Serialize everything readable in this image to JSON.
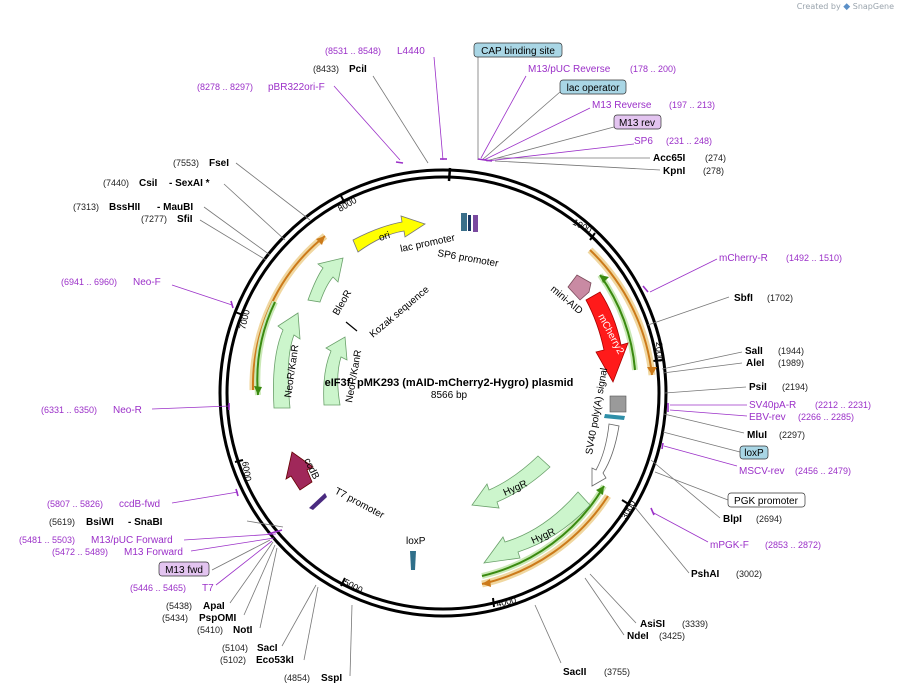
{
  "brand": {
    "prefix": "Created by",
    "name": "SnapGene"
  },
  "plasmid": {
    "name": "eIF3f- pMK293 (mAID-mCherry2-Hygro) plasmid",
    "length_label": "8566 bp",
    "length": 8566
  },
  "ruler_ticks": [
    "1000",
    "2000",
    "3000",
    "4000",
    "5000",
    "6000",
    "7000",
    "8000"
  ],
  "colors": {
    "primer": "#9b30c8",
    "promoter_box": "#a9d6e5",
    "primer_box": "#e3c4f0",
    "ori": "#ffff00",
    "mcherry": "#ff1a1a"
  },
  "enzymes": [
    {
      "name": "PciI",
      "pos": "(8433)"
    },
    {
      "name": "Acc65I",
      "pos": "(274)"
    },
    {
      "name": "KpnI",
      "pos": "(278)"
    },
    {
      "name": "FseI",
      "pos": "(7553)"
    },
    {
      "name": "CsiI",
      "pos": "(7440)",
      "name2": "- SexAI *"
    },
    {
      "name": "BssHII",
      "pos": "(7313)",
      "name2": "- MauBI"
    },
    {
      "name": "SfiI",
      "pos": "(7277)"
    },
    {
      "name": "SbfI",
      "pos": "(1702)"
    },
    {
      "name": "SalI",
      "pos": "(1944)"
    },
    {
      "name": "AleI",
      "pos": "(1989)"
    },
    {
      "name": "PsiI",
      "pos": "(2194)"
    },
    {
      "name": "MluI",
      "pos": "(2297)"
    },
    {
      "name": "BlpI",
      "pos": "(2694)"
    },
    {
      "name": "PshAI",
      "pos": "(3002)"
    },
    {
      "name": "AsiSI",
      "pos": "(3339)"
    },
    {
      "name": "NdeI",
      "pos": "(3425)"
    },
    {
      "name": "SacII",
      "pos": "(3755)"
    },
    {
      "name": "BsiWI",
      "pos": "(5619)",
      "name2": "- SnaBI"
    },
    {
      "name": "ApaI",
      "pos": "(5438)"
    },
    {
      "name": "PspOMI",
      "pos": "(5434)"
    },
    {
      "name": "NotI",
      "pos": "(5410)"
    },
    {
      "name": "SacI",
      "pos": "(5104)"
    },
    {
      "name": "Eco53kI",
      "pos": "(5102)"
    },
    {
      "name": "SspI",
      "pos": "(4854)"
    }
  ],
  "primers": [
    {
      "name": "L4440",
      "pos": "(8531 .. 8548)"
    },
    {
      "name": "pBR322ori-F",
      "pos": "(8278 .. 8297)"
    },
    {
      "name": "M13/pUC Reverse",
      "pos": "(178 .. 200)"
    },
    {
      "name": "M13 Reverse",
      "pos": "(197 .. 213)"
    },
    {
      "name": "SP6",
      "pos": "(231 .. 248)"
    },
    {
      "name": "mCherry-R",
      "pos": "(1492 .. 1510)"
    },
    {
      "name": "SV40pA-R",
      "pos": "(2212 .. 2231)"
    },
    {
      "name": "EBV-rev",
      "pos": "(2266 .. 2285)"
    },
    {
      "name": "MSCV-rev",
      "pos": "(2456 .. 2479)"
    },
    {
      "name": "mPGK-F",
      "pos": "(2853 .. 2872)"
    },
    {
      "name": "Neo-F",
      "pos": "(6941 .. 6960)"
    },
    {
      "name": "Neo-R",
      "pos": "(6331 .. 6350)"
    },
    {
      "name": "ccdB-fwd",
      "pos": "(5807 .. 5826)"
    },
    {
      "name": "M13/pUC Forward",
      "pos": "(5481 .. 5503)"
    },
    {
      "name": "M13 Forward",
      "pos": "(5472 .. 5489)"
    },
    {
      "name": "T7",
      "pos": "(5446 .. 5465)"
    }
  ],
  "boxed_labels": [
    {
      "text": "CAP binding site"
    },
    {
      "text": "lac operator"
    },
    {
      "text": "M13 rev"
    },
    {
      "text": "loxP"
    },
    {
      "text": "PGK promoter"
    },
    {
      "text": "M13 fwd"
    }
  ],
  "features": [
    {
      "text": "ori"
    },
    {
      "text": "lac promoter"
    },
    {
      "text": "SP6 promoter"
    },
    {
      "text": "BleoR"
    },
    {
      "text": "Kozak sequence"
    },
    {
      "text": "NeoR/KanR"
    },
    {
      "text": "NeoR/KanR"
    },
    {
      "text": "mini-AID"
    },
    {
      "text": "mCherry2"
    },
    {
      "text": "SV40 poly(A) signal"
    },
    {
      "text": "ccdB"
    },
    {
      "text": "T7 promoter"
    },
    {
      "text": "HygR"
    },
    {
      "text": "HygR"
    },
    {
      "text": "loxP"
    }
  ]
}
